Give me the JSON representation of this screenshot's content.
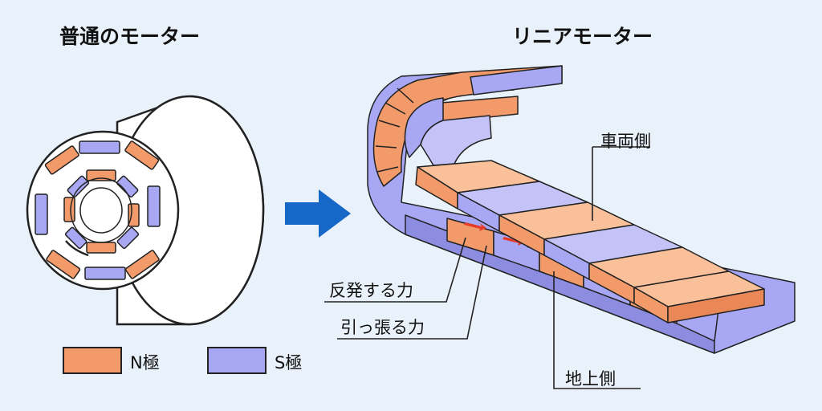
{
  "titles": {
    "left": "普通のモーター",
    "right": "リニアモーター"
  },
  "callouts": {
    "vehicle_side": "車両側",
    "ground_side": "地上側",
    "repulsive_force": "反発する力",
    "pulling_force": "引っ張る力"
  },
  "legend": {
    "n_pole": {
      "label": "N極",
      "color": "#f39a6a"
    },
    "s_pole": {
      "label": "S極",
      "color": "#a7a7f4"
    }
  },
  "colors": {
    "background": "#e9f1fa",
    "arrow": "#1767c9",
    "force_arrow_red": "#e53b2a",
    "force_arrow_dark": "#333333"
  }
}
